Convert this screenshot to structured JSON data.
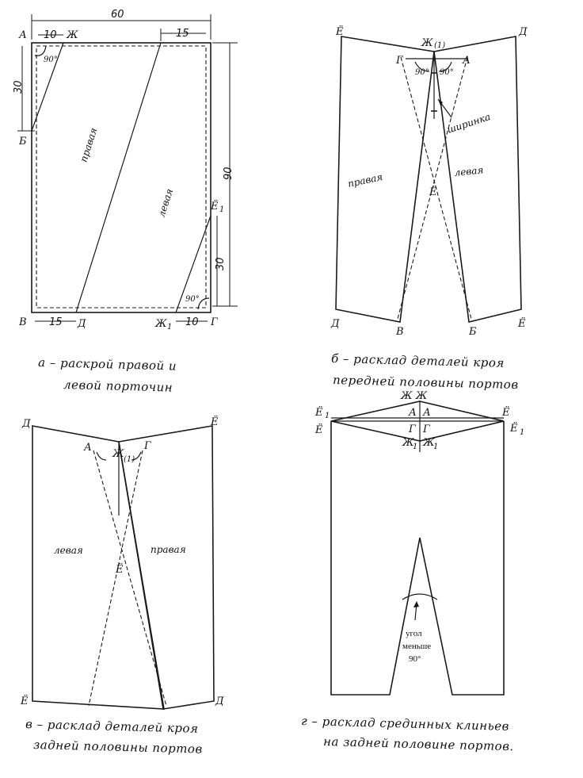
{
  "panel_a": {
    "dims": {
      "width": "60",
      "top_left": "10",
      "top_right": "15",
      "left_30": "30",
      "right_90": "90",
      "right_30": "30",
      "bottom_left": "15",
      "bottom_right": "10"
    },
    "points": {
      "A": "А",
      "Zh": "Ж",
      "B": "Б",
      "V": "В",
      "D": "Д",
      "Zh1": "Ж",
      "G": "Г",
      "E1": "Ё"
    },
    "angle1": "90°",
    "angle2": "90°",
    "right_part": "правая",
    "left_part": "левая",
    "caption_1": "а – раскрой правой и",
    "caption_2": "левой порточин"
  },
  "panel_b": {
    "points": {
      "E": "Ё",
      "D": "Д",
      "Zh1": "Ж",
      "G": "Г",
      "A": "А",
      "E_center": "Ё",
      "D_bottom": "Д",
      "V": "В",
      "B": "Б",
      "E_right": "Ё"
    },
    "angle1": "90°",
    "angle2": "90°",
    "fly": "ширинка",
    "right_part": "правая",
    "left_part": "левая",
    "caption_1": "б – расклад деталей кроя",
    "caption_2": "передней половины портов"
  },
  "panel_v": {
    "points": {
      "D": "Д",
      "E": "Ё",
      "A": "А",
      "G": "Г",
      "Zh1": "Ж",
      "E_center": "Ё",
      "E_bottom": "Ё",
      "D_bottom": "Д"
    },
    "left_part": "левая",
    "right_part": "правая",
    "caption_1": "в – расклад деталей кроя",
    "caption_2": "задней половины портов"
  },
  "panel_g": {
    "points": {
      "ZhZh": "Ж Ж",
      "E1_left": "Ё",
      "E_left": "Ё",
      "E_right": "Ё",
      "E1_right": "Ё",
      "A_left": "А",
      "A_right": "А",
      "G_left": "Г",
      "G_right": "Г",
      "Zh1_left": "Ж",
      "Zh1_right": "Ж"
    },
    "note_1": "угол",
    "note_2": "меньше",
    "note_3": "90°",
    "caption_1": "г – расклад срединных клиньев",
    "caption_2": "на задней половине портов."
  }
}
